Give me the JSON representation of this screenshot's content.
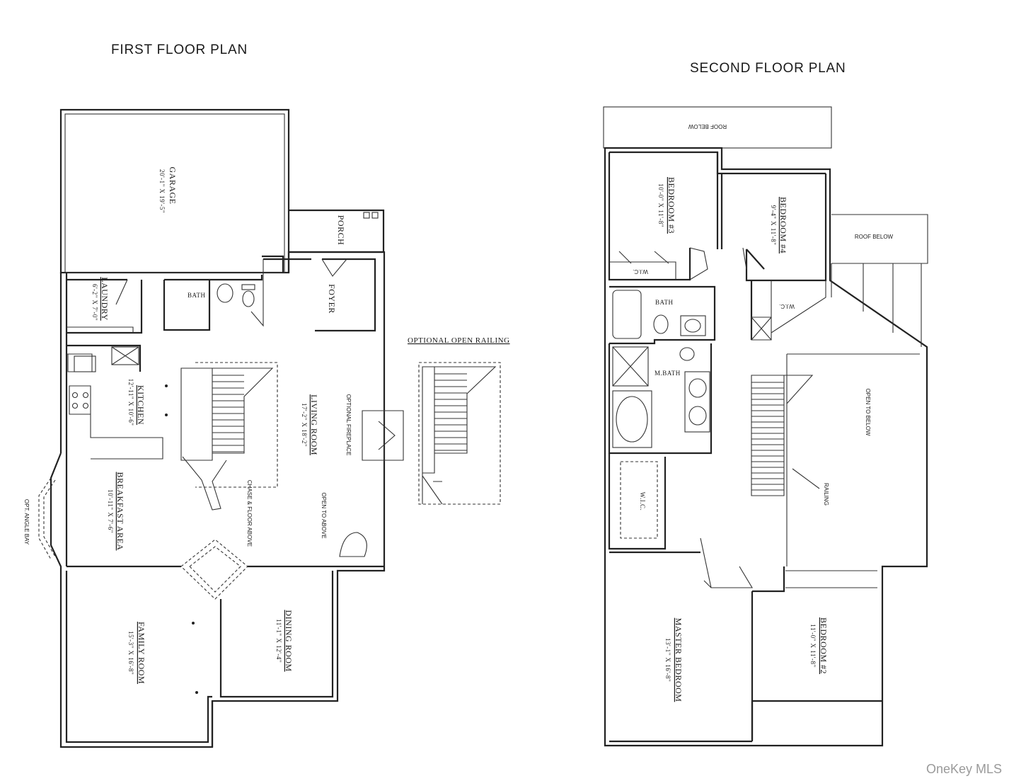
{
  "titles": {
    "first_floor": "FIRST FLOOR PLAN",
    "second_floor": "SECOND FLOOR PLAN"
  },
  "first_floor_rooms": {
    "garage": {
      "name": "GARAGE",
      "dims": "20'-1\" X 19'-5\""
    },
    "porch": {
      "name": "PORCH"
    },
    "laundry": {
      "name": "LAUNDRY",
      "dims": "6'-2\" X 7'-0\""
    },
    "bath": {
      "name": "BATH"
    },
    "foyer": {
      "name": "FOYER"
    },
    "kitchen": {
      "name": "KITCHEN",
      "dims": "12'-11\" X 10'-6\""
    },
    "living_room": {
      "name": "LIVING ROOM",
      "dims": "17'-2\" X 18'-2\""
    },
    "breakfast_area": {
      "name": "BREAKFAST AREA",
      "dims": "10'-11\" X 7'-6\""
    },
    "family_room": {
      "name": "FAMILY ROOM",
      "dims": "15'-3\" X 16'-8\""
    },
    "dining_room": {
      "name": "DINING ROOM",
      "dims": "11'-1\" X 12'-4\""
    }
  },
  "first_floor_notes": {
    "fireplace": "OPTIONAL FIREPLACE",
    "chase": "CHASE & FLOOR ABOVE",
    "open_above": "OPEN TO ABOVE",
    "angle_bay": "OPT. ANGLE BAY",
    "open_railing": "OPTIONAL OPEN RAILING"
  },
  "second_floor_rooms": {
    "bedroom3": {
      "name": "BEDROOM #3",
      "dims": "10'-0\" X 11'-8\""
    },
    "bedroom4": {
      "name": "BEDROOM #4",
      "dims": "9'-4\" X 11'-8\""
    },
    "bath": {
      "name": "BATH"
    },
    "mbath": {
      "name": "M.BATH"
    },
    "wic": {
      "name": "W.I.C."
    },
    "master": {
      "name": "MASTER BEDROOM",
      "dims": "13'-1\" X 16'-8\""
    },
    "bedroom2": {
      "name": "BEDROOM #2",
      "dims": "11'-0\" X 11'-8\""
    },
    "wic_b3": {
      "name": "W.I.C."
    },
    "wic_b4": {
      "name": "W.I.C."
    }
  },
  "second_floor_notes": {
    "roof_below_top": "ROOF BELOW",
    "roof_below_right": "ROOF BELOW",
    "open_below": "OPEN TO BELOW",
    "railing": "RAILING"
  },
  "watermark": "OneKey MLS"
}
